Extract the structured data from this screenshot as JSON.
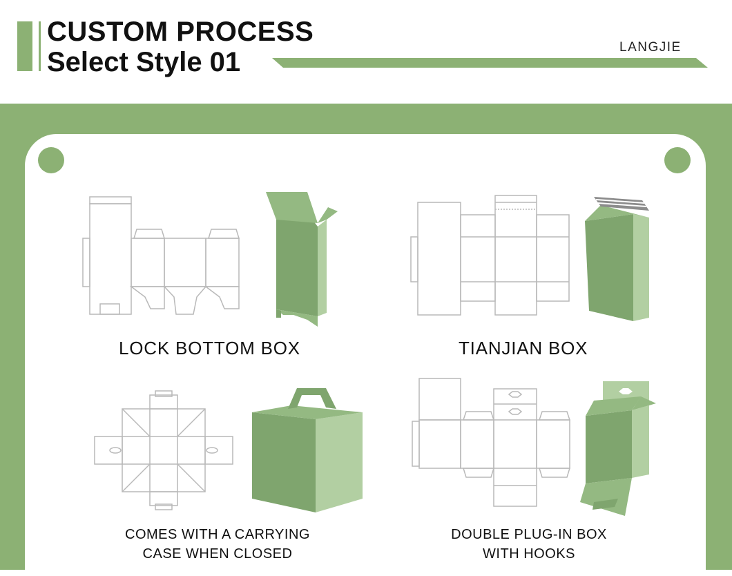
{
  "header": {
    "title_line1": "CUSTOM PROCESS",
    "title_line2": "Select Style 01",
    "brand": "LANGJIE"
  },
  "colors": {
    "accent": "#8cb174",
    "box_dark": "#7fa56e",
    "box_mid": "#94b982",
    "box_light": "#b2cfa2",
    "outline": "#b9b9b9"
  },
  "styles": [
    {
      "label": "LOCK BOTTOM BOX",
      "flat_icon": "lock-bottom-dieline-icon",
      "box_icon": "lock-bottom-box-icon"
    },
    {
      "label": "TIANJIAN BOX",
      "flat_icon": "tianjian-dieline-icon",
      "box_icon": "tianjian-box-icon"
    },
    {
      "label_line1": "COMES WITH A CARRYING",
      "label_line2": "CASE WHEN CLOSED",
      "flat_icon": "carrying-case-dieline-icon",
      "box_icon": "carrying-case-box-icon"
    },
    {
      "label_line1": "DOUBLE PLUG-IN BOX",
      "label_line2": "WITH HOOKS",
      "flat_icon": "double-plug-dieline-icon",
      "box_icon": "hook-box-icon"
    }
  ]
}
